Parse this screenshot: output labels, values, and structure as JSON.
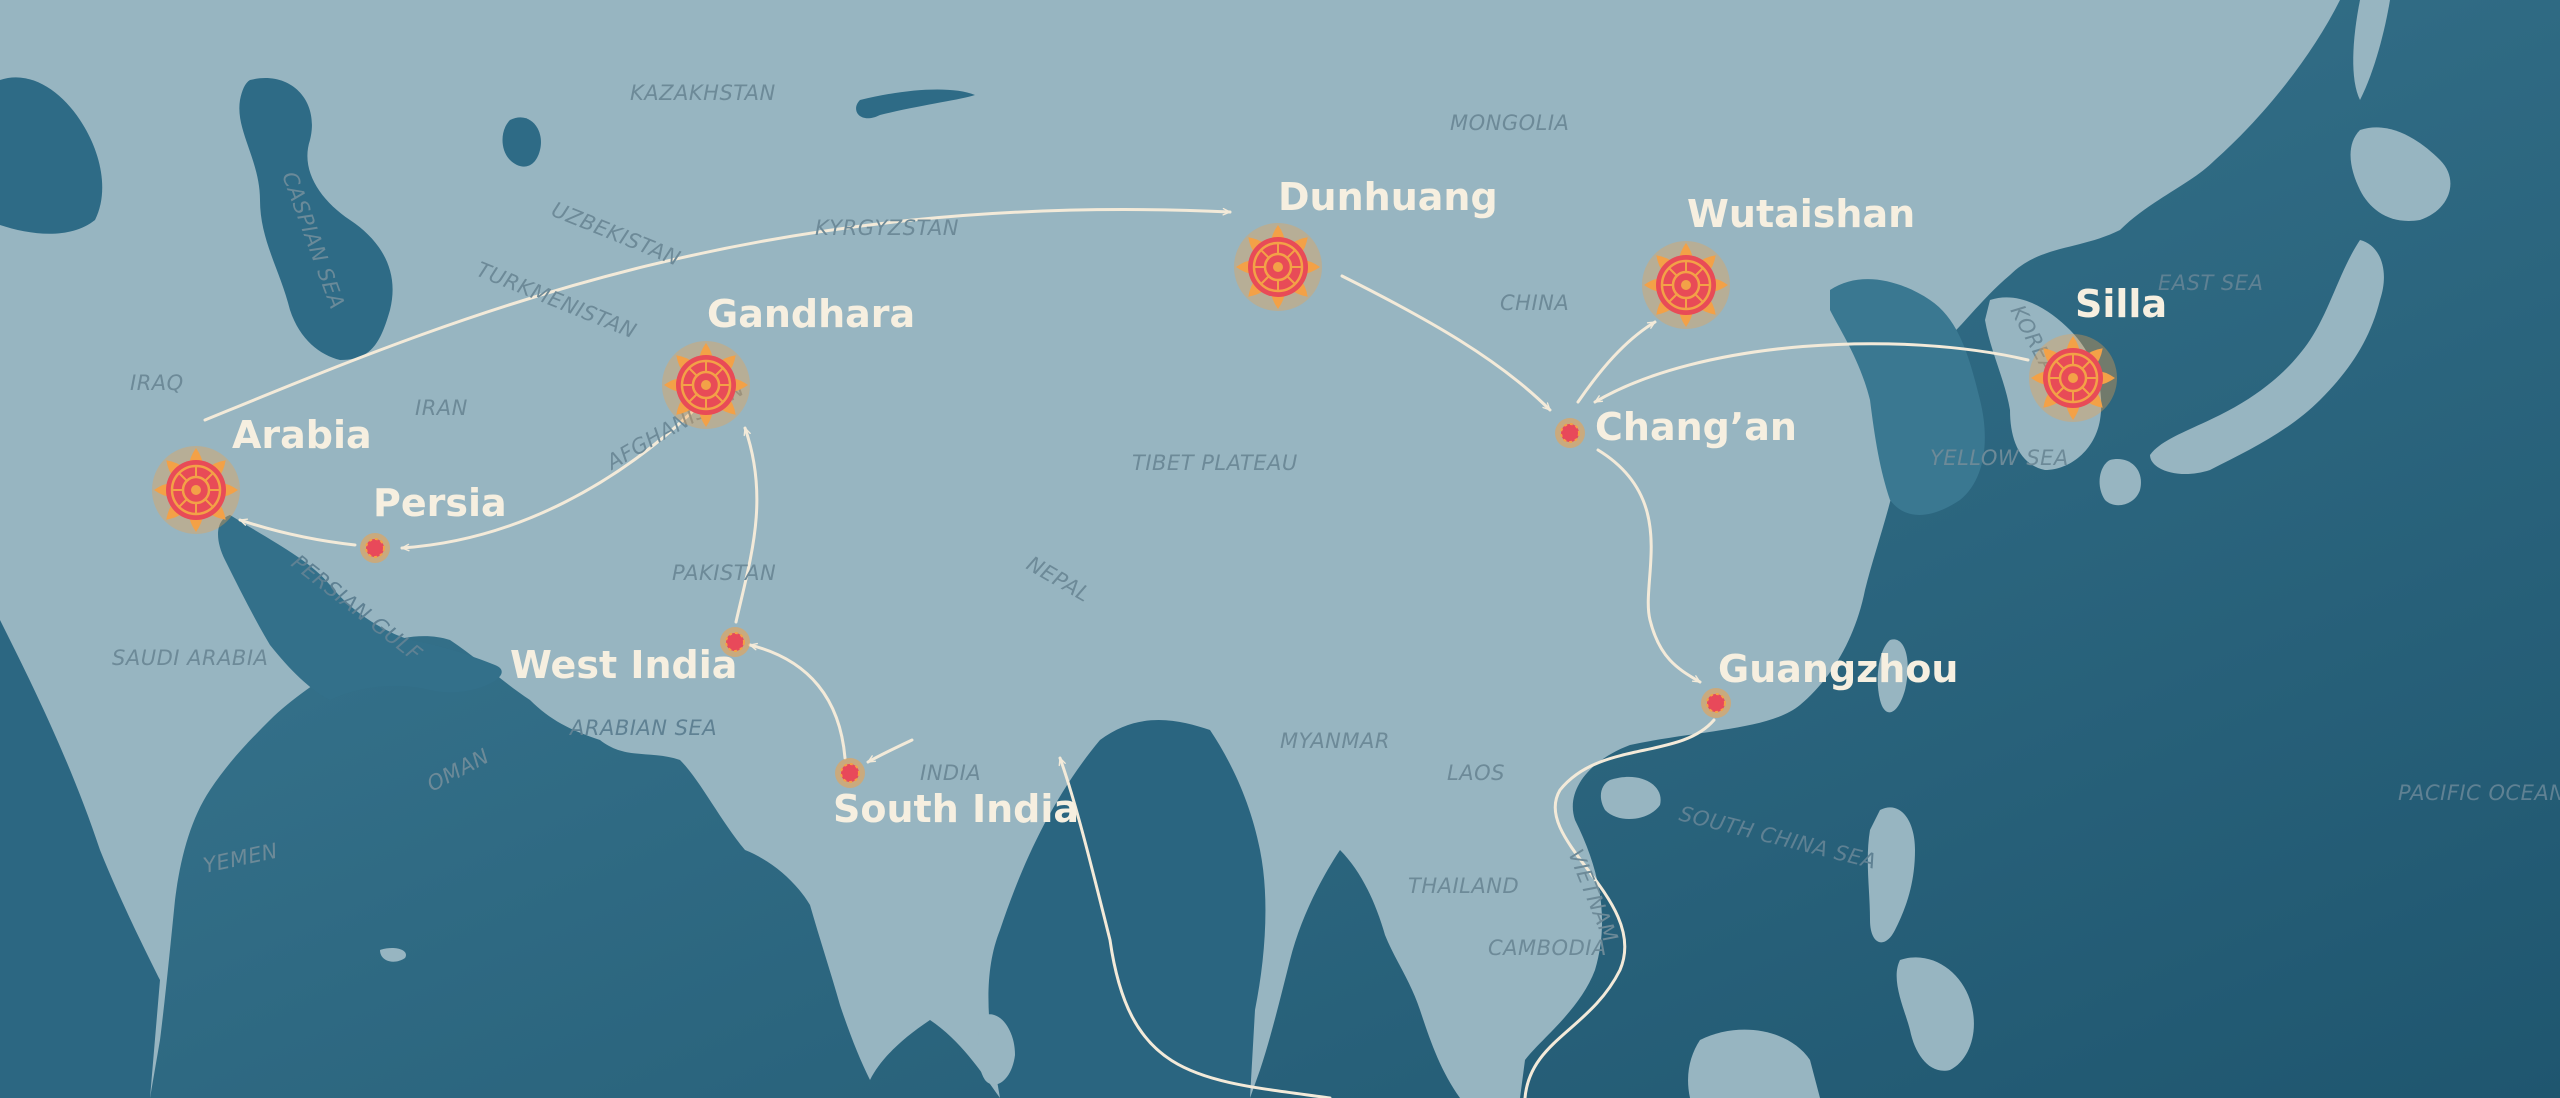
{
  "colors": {
    "land": "#97b5c1",
    "sea_light": "#3a7891",
    "sea_dark": "#235c76",
    "route": "#f3ead9",
    "city_label": "#f6efe0",
    "region_label": "#6d8a98",
    "sea_label": "#8aa9b8",
    "site_major_outer": "#f3a147",
    "site_major_inner": "#e84b57",
    "site_minor": "#e8495a"
  },
  "regions": [
    {
      "id": "kazakhstan",
      "label": "KAZAKHSTAN"
    },
    {
      "id": "mongolia",
      "label": "MONGOLIA"
    },
    {
      "id": "uzbekistan",
      "label": "UZBEKISTAN"
    },
    {
      "id": "kyrgyzstan",
      "label": "KYRGYZSTAN"
    },
    {
      "id": "turkmenistan",
      "label": "TURKMENISTAN"
    },
    {
      "id": "caspian-sea",
      "label": "CASPIAN SEA"
    },
    {
      "id": "iraq",
      "label": "IRAQ"
    },
    {
      "id": "iran",
      "label": "IRAN"
    },
    {
      "id": "afghanistan",
      "label": "AFGHANISTAN"
    },
    {
      "id": "persian-gulf",
      "label": "PERSIAN GULF"
    },
    {
      "id": "saudi-arabia",
      "label": "SAUDI ARABIA"
    },
    {
      "id": "pakistan",
      "label": "PAKISTAN"
    },
    {
      "id": "nepal",
      "label": "NEPAL"
    },
    {
      "id": "tibet-plateau",
      "label": "TIBET PLATEAU"
    },
    {
      "id": "china",
      "label": "CHINA"
    },
    {
      "id": "korea",
      "label": "KOREA"
    },
    {
      "id": "east-sea",
      "label": "EAST SEA"
    },
    {
      "id": "yellow-sea",
      "label": "YELLOW SEA"
    },
    {
      "id": "arabian-sea",
      "label": "ARABIAN SEA"
    },
    {
      "id": "oman",
      "label": "OMAN"
    },
    {
      "id": "yemen",
      "label": "YEMEN"
    },
    {
      "id": "india",
      "label": "INDIA"
    },
    {
      "id": "myanmar",
      "label": "MYANMAR"
    },
    {
      "id": "laos",
      "label": "LAOS"
    },
    {
      "id": "thailand",
      "label": "THAILAND"
    },
    {
      "id": "vietnam",
      "label": "VIETNAM"
    },
    {
      "id": "cambodia",
      "label": "CAMBODIA"
    },
    {
      "id": "south-china-sea",
      "label": "SOUTH CHINA SEA"
    },
    {
      "id": "pacific-ocean",
      "label": "PACIFIC OCEAN"
    }
  ],
  "cities": [
    {
      "id": "dunhuang",
      "label": "Dunhuang",
      "kind": "major"
    },
    {
      "id": "wutaishan",
      "label": "Wutaishan",
      "kind": "major"
    },
    {
      "id": "gandhara",
      "label": "Gandhara",
      "kind": "major"
    },
    {
      "id": "silla",
      "label": "Silla",
      "kind": "major"
    },
    {
      "id": "arabia",
      "label": "Arabia",
      "kind": "major"
    },
    {
      "id": "changan",
      "label": "Chang’an",
      "kind": "minor"
    },
    {
      "id": "persia",
      "label": "Persia",
      "kind": "minor"
    },
    {
      "id": "west-india",
      "label": "West India",
      "kind": "minor"
    },
    {
      "id": "guangzhou",
      "label": "Guangzhou",
      "kind": "minor"
    },
    {
      "id": "south-india",
      "label": "South India",
      "kind": "minor"
    }
  ]
}
